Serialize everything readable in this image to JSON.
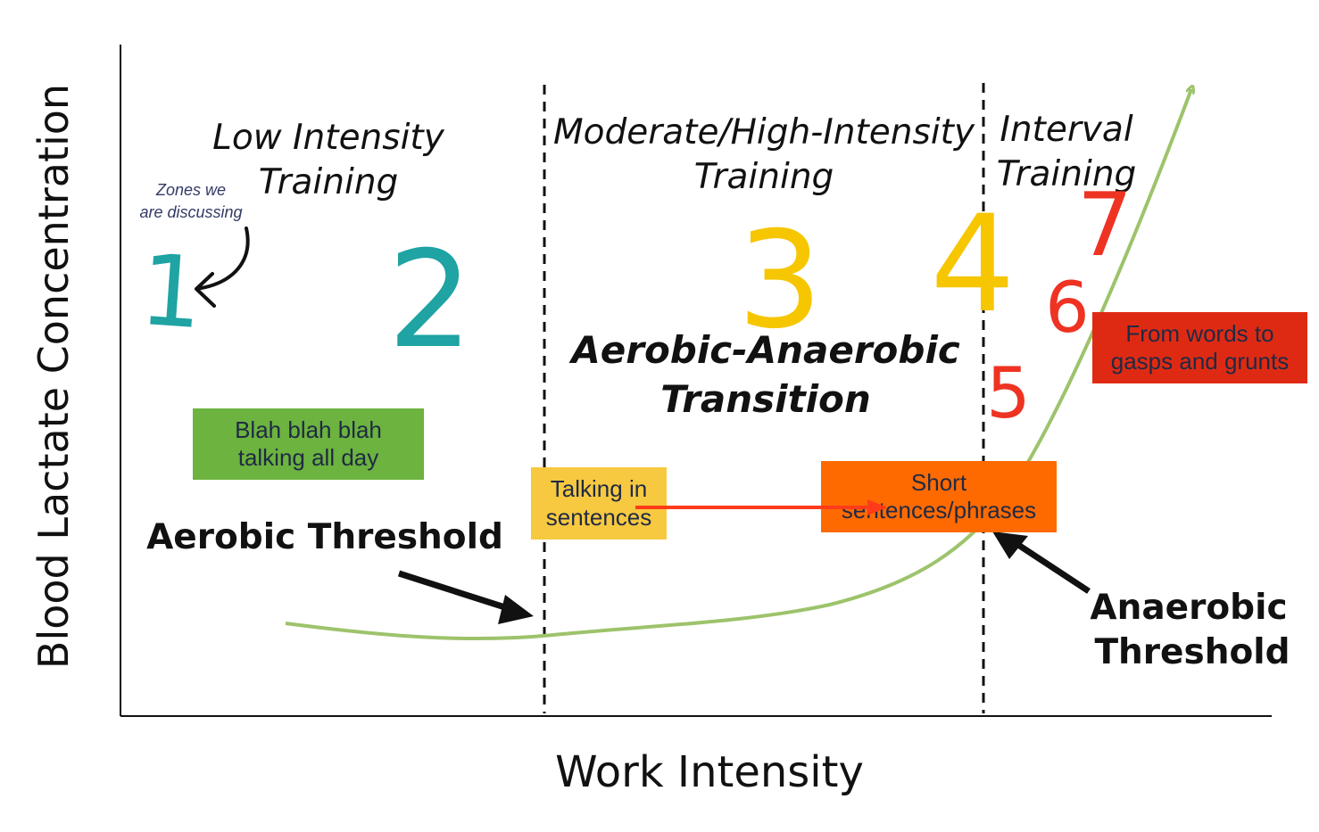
{
  "axes": {
    "y_label": "Blood Lactate Concentration",
    "x_label": "Work Intensity"
  },
  "regions": {
    "low": {
      "line1": "Low Intensity",
      "line2": "Training"
    },
    "moderate": {
      "line1": "Moderate/High-Intensity",
      "line2": "Training"
    },
    "interval": {
      "line1": "Interval",
      "line2": "Training"
    }
  },
  "transition": {
    "line1": "Aerobic-Anaerobic",
    "line2": "Transition"
  },
  "thresholds": {
    "aerobic": "Aerobic Threshold",
    "anaerobic_line1": "Anaerobic",
    "anaerobic_line2": "Threshold"
  },
  "zones_note": {
    "line1": "Zones we",
    "line2": "are discussing"
  },
  "zones": {
    "z1": "1",
    "z2": "2",
    "z3": "3",
    "z4": "4",
    "z5": "5",
    "z6": "6",
    "z7": "7"
  },
  "callouts": {
    "blah": "Blah blah blah\ntalking all day",
    "sentences": "Talking in\nsentences",
    "short": "Short\nsentences/phrases",
    "gasps": "From words to\ngasps and grunts"
  },
  "colors": {
    "curve": "#9dc36b",
    "zone_low": "#1fa3a3",
    "zone_mid": "#f6c600",
    "zone_high": "#ee3322",
    "box_green": "#6cb33f",
    "box_yellow": "#f7c940",
    "box_orange": "#ff6a00",
    "box_red": "#df2a13",
    "arrow_red": "#ff3b1a"
  }
}
